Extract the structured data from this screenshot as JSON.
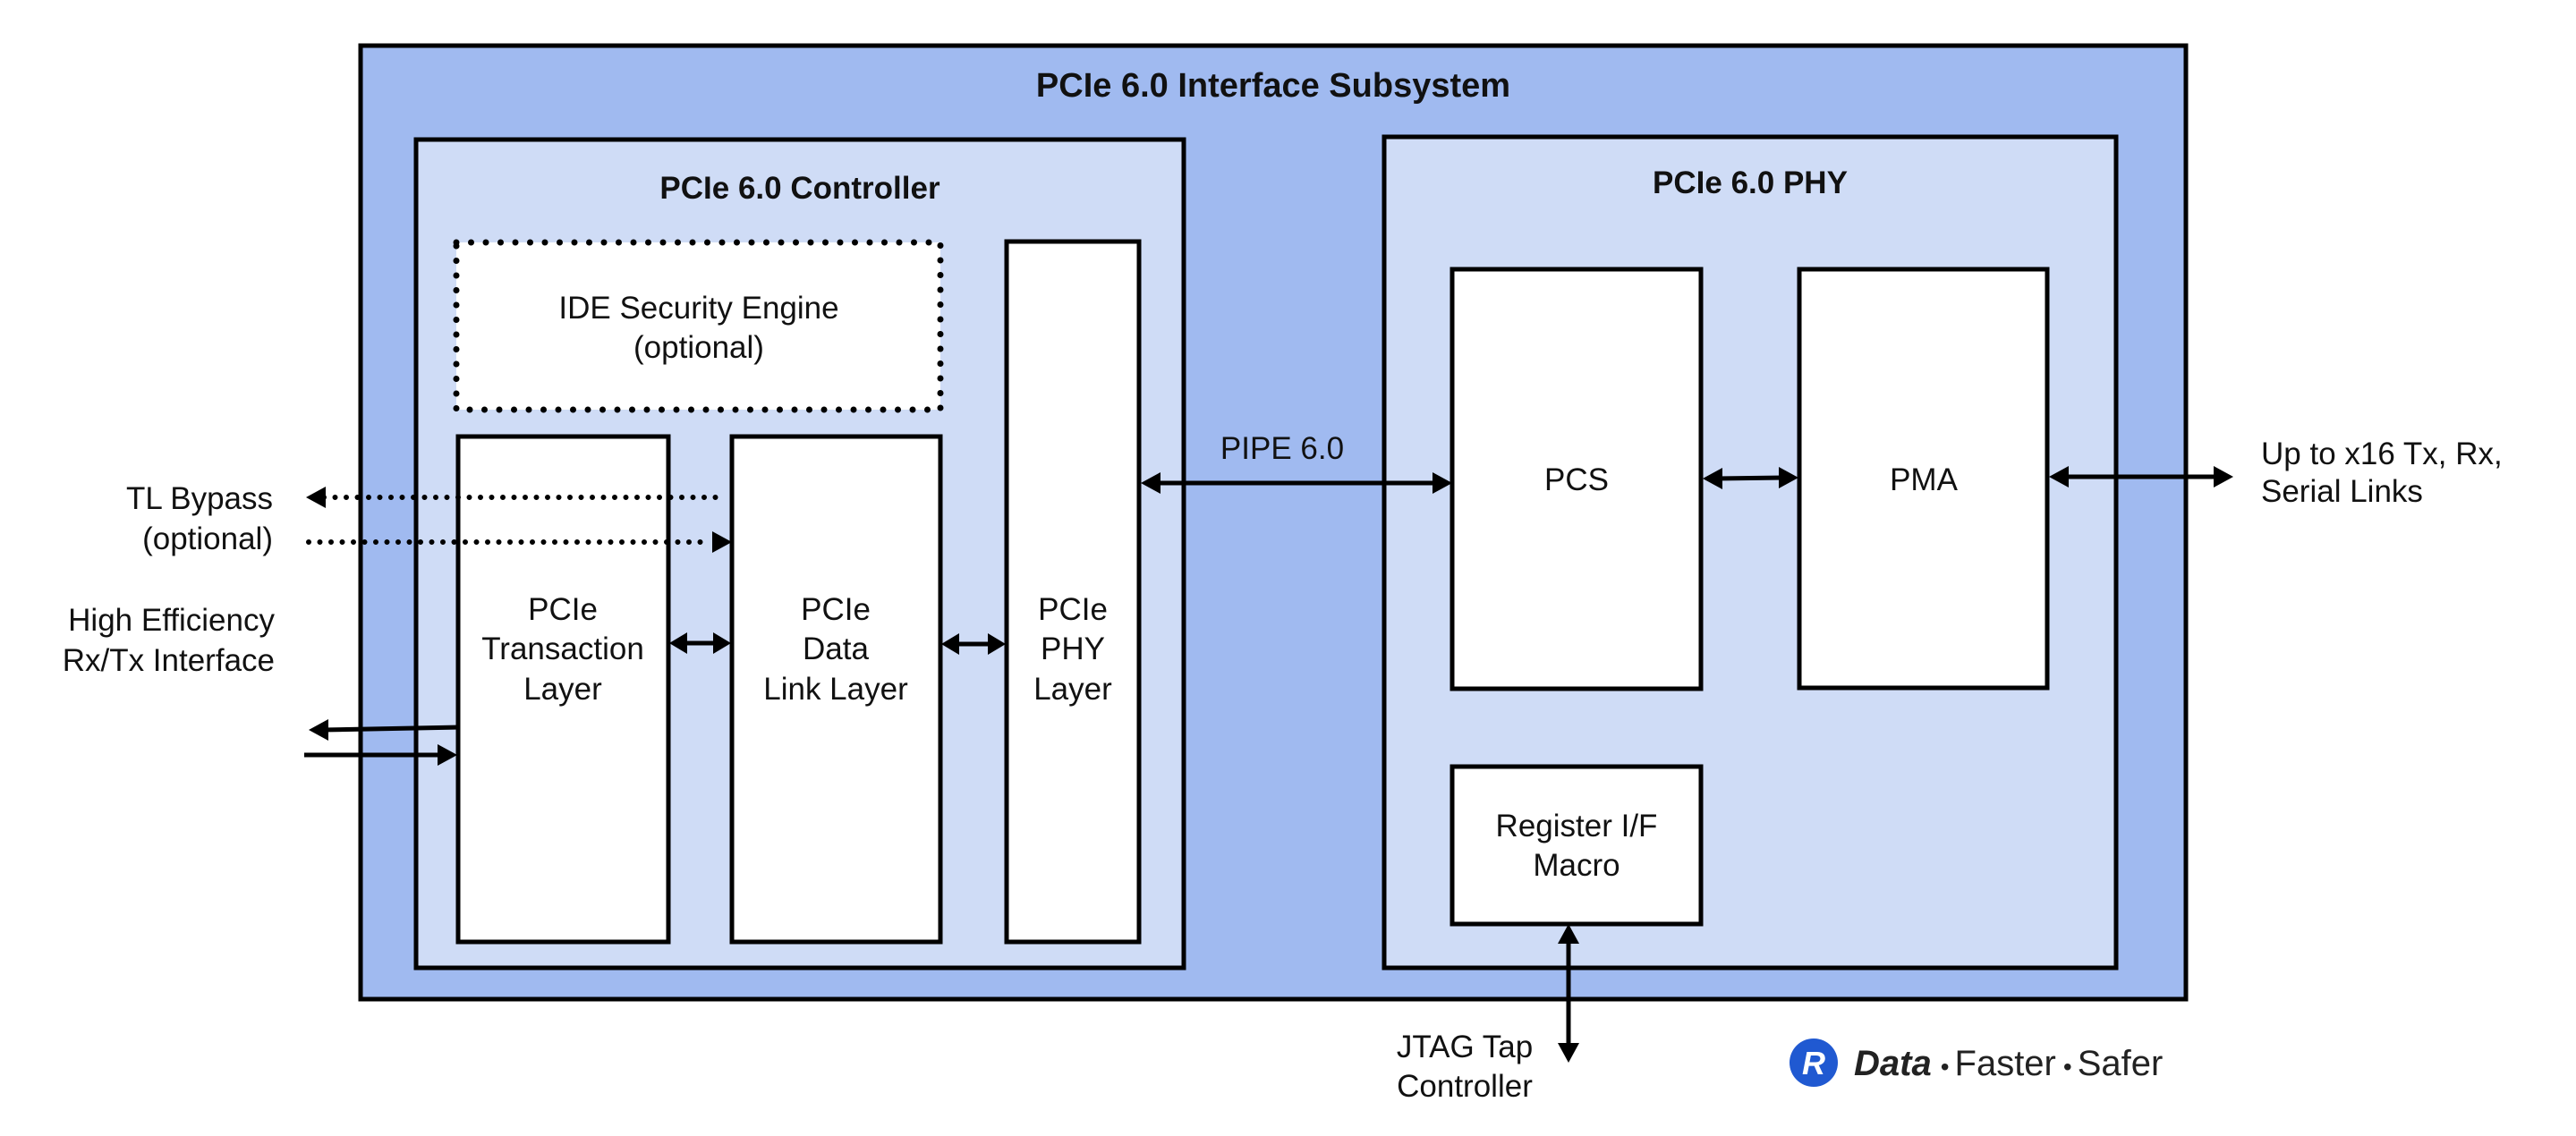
{
  "colors": {
    "subsystem_fill": "#a0baf0",
    "module_fill": "#cfdcf6",
    "block_fill": "#ffffff",
    "stroke": "#000000",
    "logo_accent": "#2059d1"
  },
  "subsystem": {
    "title": "PCIe 6.0 Interface Subsystem"
  },
  "controller": {
    "title": "PCIe 6.0 Controller",
    "ide_engine": {
      "lines": [
        "IDE Security Engine",
        "(optional)"
      ]
    },
    "transaction_layer": {
      "lines": [
        "PCIe",
        "Transaction",
        "Layer"
      ]
    },
    "data_link_layer": {
      "lines": [
        "PCIe",
        "Data",
        "Link Layer"
      ]
    },
    "phy_layer": {
      "lines": [
        "PCIe",
        "PHY",
        "Layer"
      ]
    }
  },
  "pipe": {
    "label": "PIPE 6.0"
  },
  "phy": {
    "title": "PCIe 6.0 PHY",
    "pcs": {
      "label": "PCS"
    },
    "pma": {
      "label": "PMA"
    },
    "register_macro": {
      "lines": [
        "Register I/F",
        "Macro"
      ]
    }
  },
  "external": {
    "tl_bypass": {
      "lines": [
        "TL Bypass",
        "(optional)"
      ]
    },
    "high_efficiency": {
      "lines": [
        "High Efficiency",
        "Rx/Tx Interface"
      ]
    },
    "serial_links": {
      "lines": [
        "Up to x16 Tx, Rx,",
        "Serial Links"
      ]
    },
    "jtag": {
      "lines": [
        "JTAG Tap",
        "Controller"
      ]
    }
  },
  "logo": {
    "mark": "R",
    "brand": "Data",
    "separator": "•",
    "words": [
      "Faster",
      "Safer"
    ]
  }
}
